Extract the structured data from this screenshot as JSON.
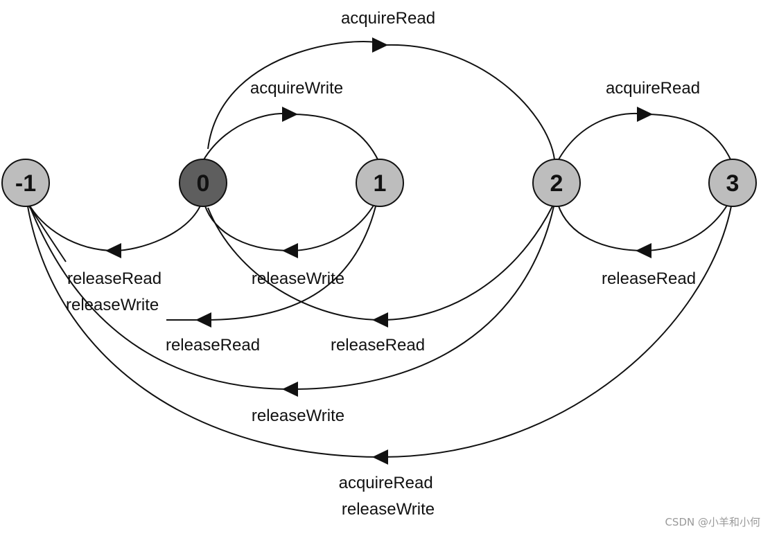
{
  "nodes": {
    "n_neg1": {
      "label": "-1",
      "fill": "#bdbdbd",
      "text_color": "#111111"
    },
    "n_0": {
      "label": "0",
      "fill": "#5e5e5e",
      "text_color": "#111111"
    },
    "n_1": {
      "label": "1",
      "fill": "#bdbdbd",
      "text_color": "#111111"
    },
    "n_2": {
      "label": "2",
      "fill": "#bdbdbd",
      "text_color": "#111111"
    },
    "n_3": {
      "label": "3",
      "fill": "#bdbdbd",
      "text_color": "#111111"
    }
  },
  "edges": {
    "e0_2": {
      "from": "0",
      "to": "2",
      "label": "acquireRead"
    },
    "e0_1": {
      "from": "0",
      "to": "1",
      "label": "acquireWrite"
    },
    "e2_3": {
      "from": "2",
      "to": "3",
      "label": "acquireRead"
    },
    "e0_neg1": {
      "from": "0",
      "to": "-1",
      "label": "releaseRead\nreleaseWrite"
    },
    "e1_0": {
      "from": "1",
      "to": "0",
      "label": "releaseWrite"
    },
    "e3_2": {
      "from": "3",
      "to": "2",
      "label": "releaseRead"
    },
    "e1_neg1": {
      "from": "1",
      "to": "-1",
      "label": "releaseRead"
    },
    "e2_0": {
      "from": "2",
      "to": "0",
      "label": "releaseRead"
    },
    "e2_neg1": {
      "from": "2",
      "to": "-1",
      "label": "releaseWrite"
    },
    "e3_neg1": {
      "from": "3",
      "to": "-1",
      "label": "acquireRead\nreleaseWrite"
    }
  },
  "colors": {
    "stroke": "#111111",
    "background": "#ffffff"
  },
  "watermark": "CSDN @小羊和小何"
}
